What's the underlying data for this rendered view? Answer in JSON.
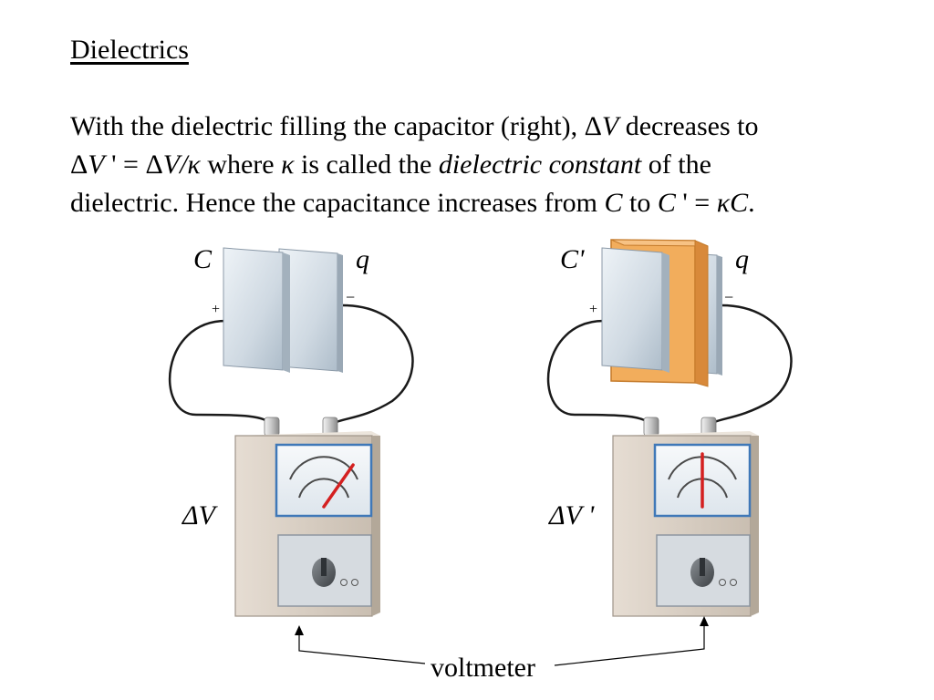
{
  "title": "Dielectrics",
  "paragraph": {
    "l1_a": "With the dielectric filling the capacitor (right), ",
    "l1_dv_sym": "Δ",
    "l1_dv_var": "V",
    "l1_b": " decreases to",
    "l2_dvp_sym": "Δ",
    "l2_dvp_var": "V",
    "l2_dvp_prime": " ' = ",
    "l2_dv_sym": "Δ",
    "l2_dv_var": "V",
    "l2_slash": "/",
    "l2_kappa": "κ",
    "l2_where": " where ",
    "l2_kappa2": "κ",
    "l2_called": " is called the ",
    "l2_term": "dielectric constant",
    "l2_end": " of the",
    "l3_a": "dielectric.  Hence the capacitance increases from ",
    "l3_c": "C",
    "l3_to": " to ",
    "l3_cp": "C",
    "l3_eq": " ' = ",
    "l3_kc": "κC",
    "l3_dot": "."
  },
  "diagram": {
    "left": {
      "capacitance_label": "C",
      "charge_label": "q",
      "plus_sign": "+",
      "minus_sign": "−",
      "voltage_label": "ΔV",
      "meter_needle_reading": 0.85
    },
    "right": {
      "capacitance_label": "C'",
      "charge_label": "q",
      "plus_sign": "+",
      "minus_sign": "−",
      "voltage_label": "ΔV '",
      "meter_needle_reading": 0.5
    },
    "callout_label": "voltmeter",
    "colors": {
      "plate": "#cfd9e2",
      "dielectric": "#eea95a",
      "meter_body": "#d9cfc4",
      "needle": "#d42020"
    }
  }
}
